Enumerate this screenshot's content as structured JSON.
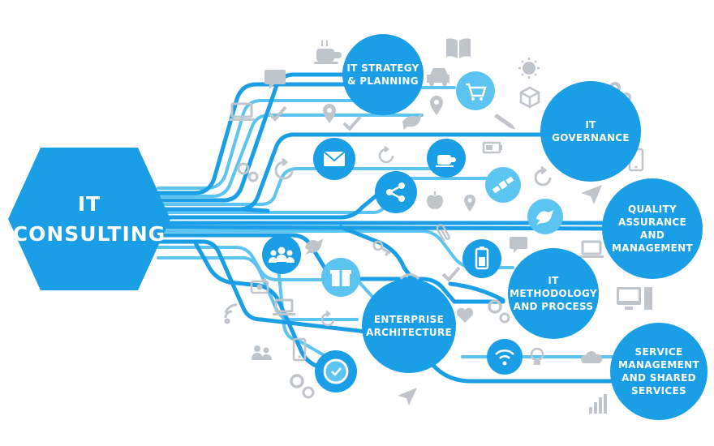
{
  "hub": {
    "line1": "IT",
    "line2": "CONSULTING"
  },
  "nodes": {
    "strategy": {
      "line1": "IT STRATEGY",
      "line2": "& PLANNING"
    },
    "governance": {
      "line1": "IT",
      "line2": "GOVERNANCE"
    },
    "quality": {
      "line1": "QUALITY",
      "line2": "ASSURANCE",
      "line3": "AND",
      "line4": "MANAGEMENT"
    },
    "methodology": {
      "line1": "IT",
      "line2": "METHODOLOGY",
      "line3": "AND PROCESS"
    },
    "enterprise": {
      "line1": "ENTERPRISE",
      "line2": "ARCHITECTURE"
    },
    "service": {
      "line1": "SERVICE",
      "line2": "MANAGEMENT",
      "line3": "AND SHARED",
      "line4": "SERVICES"
    }
  },
  "icons": [
    "coffee-cup-icon",
    "book-icon",
    "chat-bubble-icon",
    "car-icon",
    "sun-icon",
    "shopping-cart-icon",
    "package-icon",
    "gears-icon",
    "laptop-icon",
    "map-pin-icon",
    "checkmark-icon",
    "bird-icon",
    "pencil-icon",
    "mail-icon",
    "refresh-icon",
    "battery-icon",
    "smartphone-icon",
    "share-icon",
    "satellite-icon",
    "apple-icon",
    "paper-plane-icon",
    "twitter-bird-icon",
    "users-icon",
    "key-icon",
    "paperclip-icon",
    "wifi-icon",
    "gift-icon",
    "camera-icon",
    "heart-icon",
    "monitor-icon",
    "clock-icon",
    "lightbulb-icon",
    "cloud-icon",
    "bar-chart-icon"
  ],
  "colors": {
    "primary": "#1a9ee6",
    "light": "#5cc4f0",
    "icon_gray": "#bfc5ca",
    "white": "#ffffff"
  }
}
